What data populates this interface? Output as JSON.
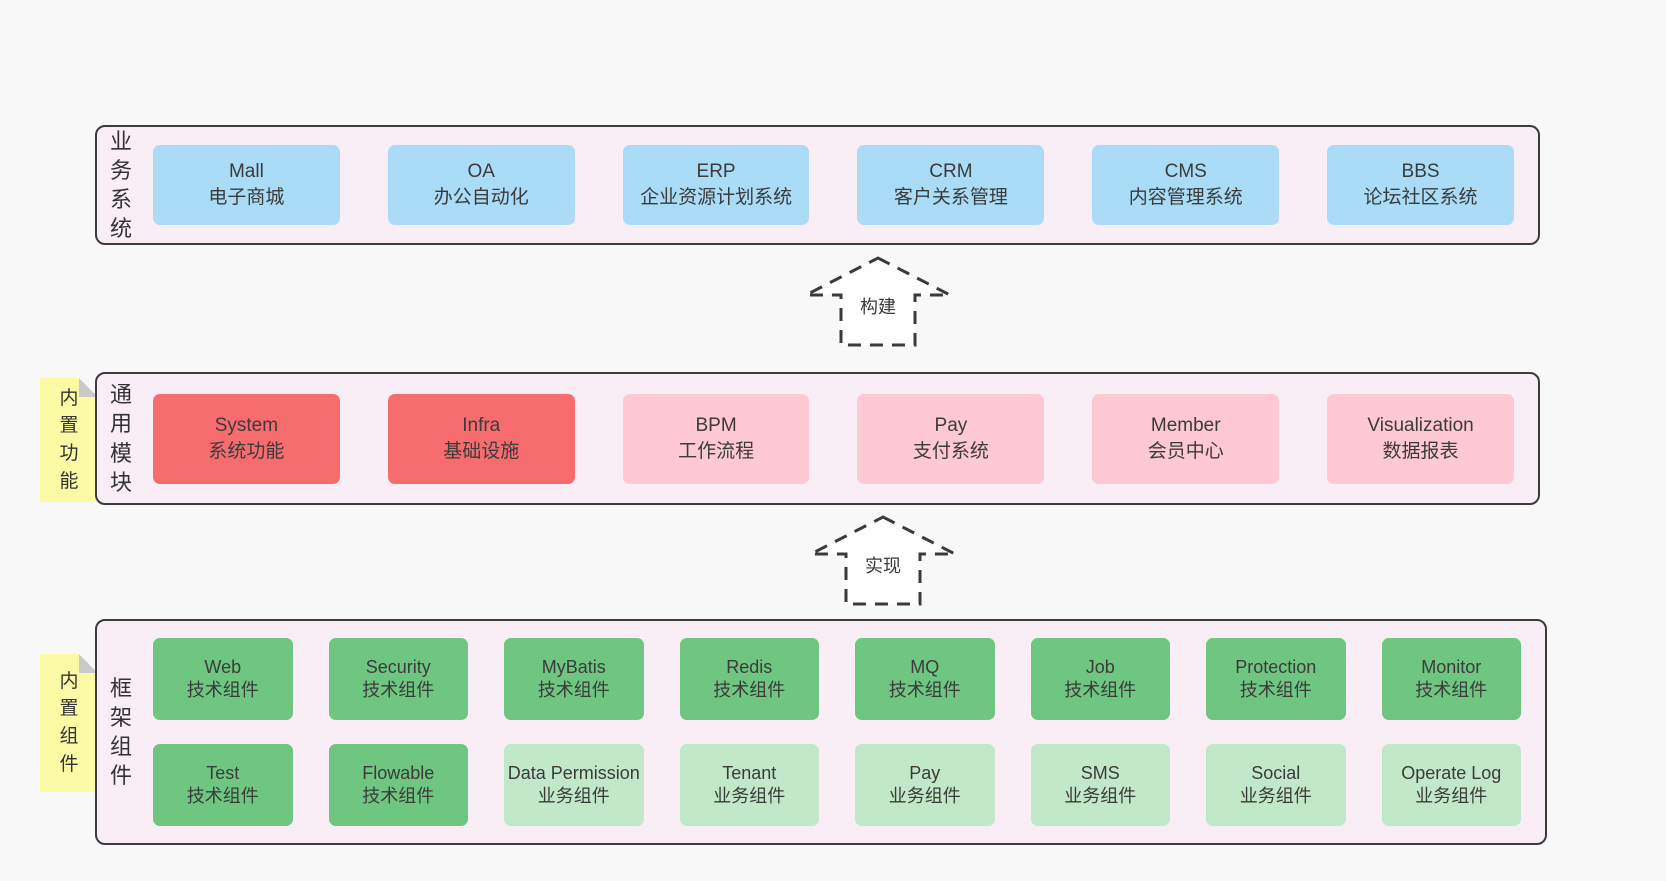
{
  "colors": {
    "page_bg": "#f8f8f8",
    "layer_bg": "#f9edf6",
    "layer_border": "#3c3c3c",
    "blue": "#aadcf7",
    "red": "#f76d6f",
    "pink": "#fec9d3",
    "green": "#6ec680",
    "lightgreen": "#c1e8c8",
    "tab_yellow": "#fbfba5",
    "fold_gray": "#c9c9c9",
    "text": "#3b3b3b"
  },
  "layers": [
    {
      "side_label": "业务系统",
      "boxes": [
        {
          "name": "Mall",
          "subtitle": "电子商城"
        },
        {
          "name": "OA",
          "subtitle": "办公自动化"
        },
        {
          "name": "ERP",
          "subtitle": "企业资源计划系统"
        },
        {
          "name": "CRM",
          "subtitle": "客户关系管理"
        },
        {
          "name": "CMS",
          "subtitle": "内容管理系统"
        },
        {
          "name": "BBS",
          "subtitle": "论坛社区系统"
        }
      ]
    },
    {
      "side_label": "通用模块",
      "tab_label": "内置功能",
      "boxes": [
        {
          "name": "System",
          "subtitle": "系统功能"
        },
        {
          "name": "Infra",
          "subtitle": "基础设施"
        },
        {
          "name": "BPM",
          "subtitle": "工作流程"
        },
        {
          "name": "Pay",
          "subtitle": "支付系统"
        },
        {
          "name": "Member",
          "subtitle": "会员中心"
        },
        {
          "name": "Visualization",
          "subtitle": "数据报表"
        }
      ]
    },
    {
      "side_label": "框架组件",
      "tab_label": "内置组件",
      "rows": [
        [
          {
            "name": "Web",
            "subtitle": "技术组件"
          },
          {
            "name": "Security",
            "subtitle": "技术组件"
          },
          {
            "name": "MyBatis",
            "subtitle": "技术组件"
          },
          {
            "name": "Redis",
            "subtitle": "技术组件"
          },
          {
            "name": "MQ",
            "subtitle": "技术组件"
          },
          {
            "name": "Job",
            "subtitle": "技术组件"
          },
          {
            "name": "Protection",
            "subtitle": "技术组件"
          },
          {
            "name": "Monitor",
            "subtitle": "技术组件"
          }
        ],
        [
          {
            "name": "Test",
            "subtitle": "技术组件"
          },
          {
            "name": "Flowable",
            "subtitle": "技术组件"
          },
          {
            "name": "Data Permission",
            "subtitle": "业务组件"
          },
          {
            "name": "Tenant",
            "subtitle": "业务组件"
          },
          {
            "name": "Pay",
            "subtitle": "业务组件"
          },
          {
            "name": "SMS",
            "subtitle": "业务组件"
          },
          {
            "name": "Social",
            "subtitle": "业务组件"
          },
          {
            "name": "Operate Log",
            "subtitle": "业务组件"
          }
        ]
      ]
    }
  ],
  "arrows": [
    {
      "label": "构建"
    },
    {
      "label": "实现"
    }
  ]
}
